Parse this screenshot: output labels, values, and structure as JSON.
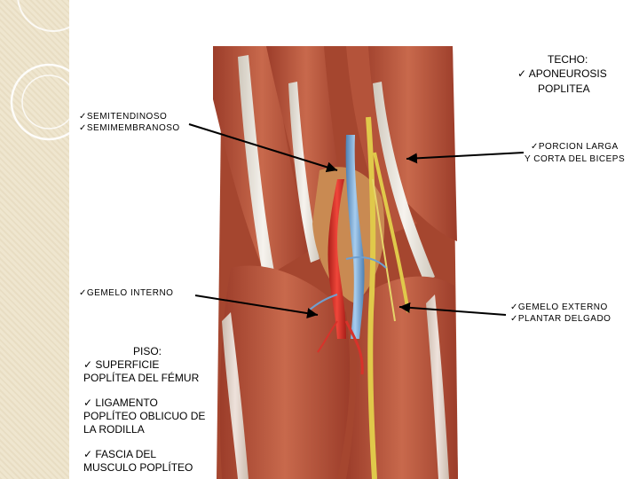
{
  "roof": {
    "title": "TECHO:",
    "item": "✓ APONEUROSIS",
    "item2": "POPLITEA"
  },
  "labels": {
    "semitendinoso": "✓SEMITENDINOSO",
    "semimembranoso": "✓SEMIMEMBRANOSO",
    "porcion_larga": "✓PORCION LARGA",
    "corta_biceps": "Y CORTA DEL BICEPS",
    "gemelo_interno": "✓GEMELO INTERNO",
    "gemelo_externo": "✓GEMELO EXTERNO",
    "plantar_delgado": "✓PLANTAR DELGADO"
  },
  "floor": {
    "title": "PISO:",
    "items": [
      [
        "✓ SUPERFICIE",
        "POPLÍTEA DEL FÉMUR"
      ],
      [
        "✓ LIGAMENTO",
        "POPLÍTEO OBLICUO DE",
        "LA RODILLA"
      ],
      [
        "✓ FASCIA DEL",
        "MUSCULO POPLÍTEO"
      ]
    ]
  },
  "colors": {
    "muscle": "#b8553d",
    "muscle_dark": "#8a3324",
    "tendon": "#ece8e0",
    "artery": "#d8322a",
    "vein": "#6f9fcf",
    "nerve": "#e0c94a",
    "sidebar": "#efe6cf"
  }
}
